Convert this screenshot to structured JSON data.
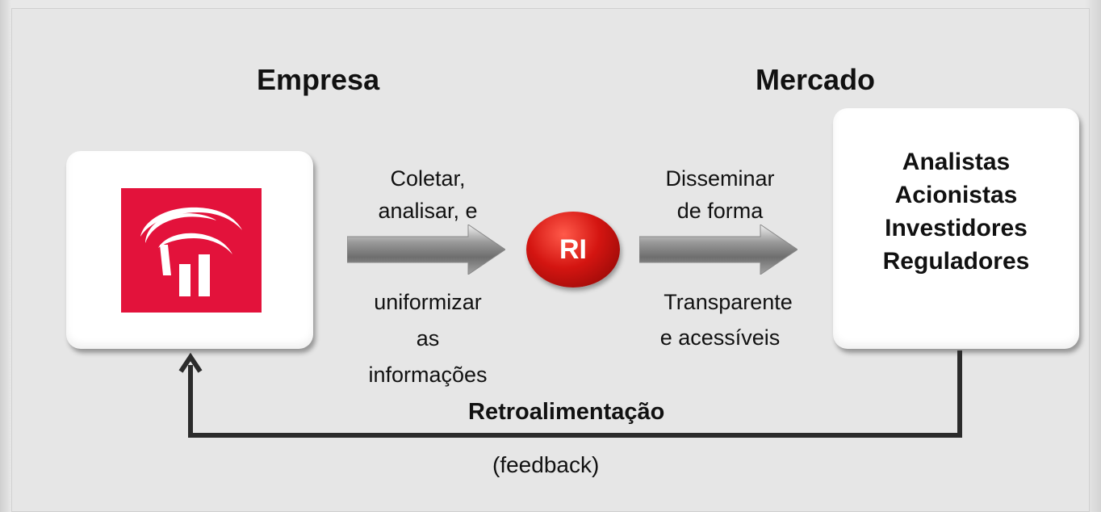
{
  "headings": {
    "left": "Empresa",
    "right": "Mercado"
  },
  "left_box": {
    "logo_icon": "bradesco-logo-icon",
    "logo_color": "#e3123b"
  },
  "center": {
    "ri_label": "RI",
    "ri_color": "#d41511"
  },
  "left_arrow_text": {
    "above_1": "Coletar,",
    "above_2": "analisar, e",
    "below_1": "uniformizar",
    "below_2": "as",
    "below_3": "informações"
  },
  "right_arrow_text": {
    "above_1": "Disseminar",
    "above_2": "de forma",
    "below_1": "Transparente",
    "below_2": "e acessíveis"
  },
  "market": {
    "items": [
      "Analistas",
      "Acionistas",
      "Investidores",
      "Reguladores"
    ]
  },
  "feedback": {
    "label": "Retroalimentação",
    "sublabel": "(feedback)"
  }
}
